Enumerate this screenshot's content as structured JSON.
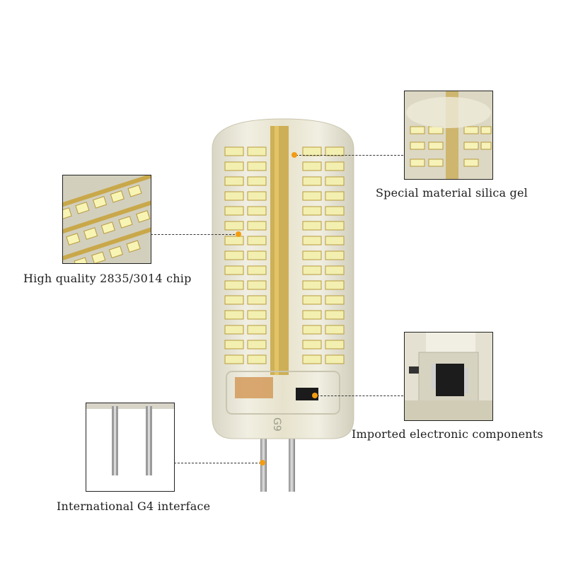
{
  "callouts": {
    "silica_gel": "Special material silica gel",
    "chip": "High quality 2835/3014 chip",
    "components": "Imported electronic components",
    "interface": "International G4 interface"
  },
  "product": {
    "base_marking": "G9"
  },
  "colors": {
    "dot": "#f39c12",
    "leader": "#333333",
    "silicone": "#e7e2c2",
    "led_chip": "#f2efb0",
    "led_frame": "#b89b3c"
  }
}
